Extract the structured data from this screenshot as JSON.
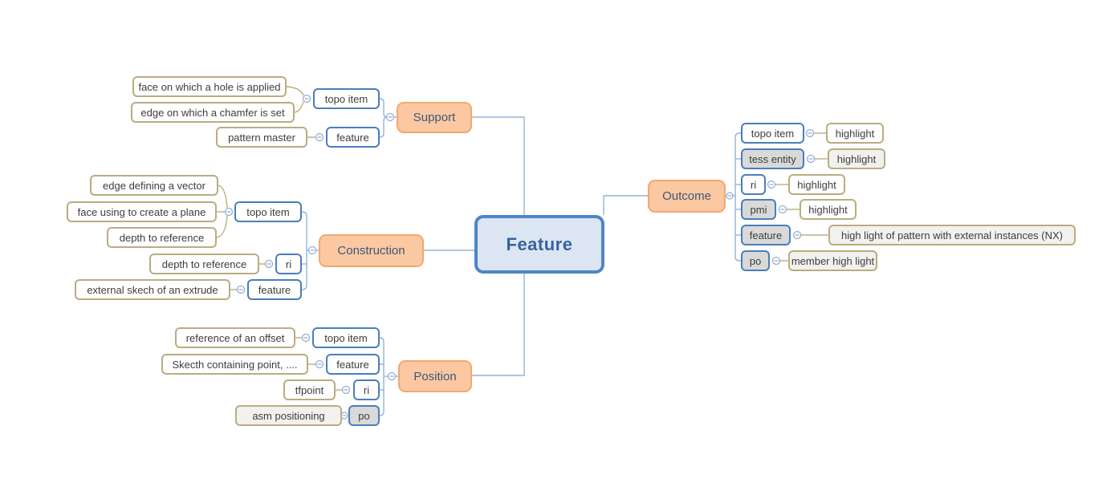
{
  "root": {
    "label": "Feature"
  },
  "branches": {
    "support": {
      "label": "Support",
      "children": [
        {
          "label": "topo item",
          "leaves": [
            "face on which a hole is applied",
            "edge on which a chamfer is set"
          ]
        },
        {
          "label": "feature",
          "leaves": [
            "pattern master"
          ]
        }
      ]
    },
    "construction": {
      "label": "Construction",
      "children": [
        {
          "label": "topo item",
          "leaves": [
            "edge defining a vector",
            "face using to create a plane",
            "depth to reference"
          ]
        },
        {
          "label": "ri",
          "leaves": [
            "depth to reference"
          ]
        },
        {
          "label": "feature",
          "leaves": [
            "external skech of an extrude"
          ]
        }
      ]
    },
    "position": {
      "label": "Position",
      "children": [
        {
          "label": "topo item",
          "leaves": [
            "reference of an offset"
          ]
        },
        {
          "label": "feature",
          "leaves": [
            "Skecth containing point, ...."
          ]
        },
        {
          "label": "ri",
          "leaves": [
            "tfpoint"
          ]
        },
        {
          "label": "po",
          "leaves": [
            "asm positioning"
          ]
        }
      ]
    },
    "outcome": {
      "label": "Outcome",
      "children": [
        {
          "label": "topo item",
          "leaves": [
            "highlight"
          ]
        },
        {
          "label": "tess entity",
          "leaves": [
            "highlight"
          ]
        },
        {
          "label": "ri",
          "leaves": [
            "highlight"
          ]
        },
        {
          "label": "pmi",
          "leaves": [
            "highlight"
          ]
        },
        {
          "label": "feature",
          "leaves": [
            "high light of pattern with external instances (NX)"
          ]
        },
        {
          "label": "po",
          "leaves": [
            "member high light"
          ]
        }
      ]
    }
  },
  "colors": {
    "center_fill": "#dce6f2",
    "center_border": "#4f85c8",
    "topic_fill": "#fbc8a2",
    "topic_border": "#f2a770",
    "subtopic_border": "#4a7ebb",
    "subtopic_gray_fill": "#d9d9d9",
    "leaf_border": "#b9ad80",
    "leaf_gray_fill": "#f1f1ee",
    "line_blue": "#95b3d7",
    "line_tan": "#bbae7e"
  }
}
